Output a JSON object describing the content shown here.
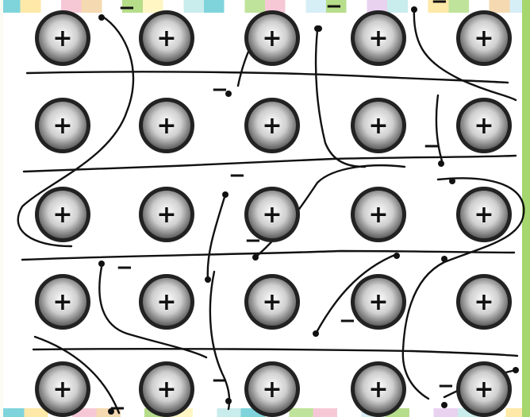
{
  "title": "",
  "lattice": {
    "rows": 5,
    "cols": 5,
    "ion_label": "+"
  },
  "electrons": {
    "count": 18,
    "charge_label": "−"
  },
  "colors": {
    "ion_ring": "#222222",
    "ion_glow_center": "#ffffff",
    "ion_glow_mid": "#cfcfcf",
    "ion_glow_outer": "#5e5e5e",
    "ion_sign": "#111111",
    "electron_path": "#111111",
    "electron_dot": "#111111",
    "edge_palette": [
      "#7fd4dc",
      "#ffe9a8",
      "#bfe39a",
      "#f6c8d6",
      "#f5d9b0",
      "#d6eef6",
      "#b6dd8a",
      "#fff6c4",
      "#e9d2f0",
      "#c9ecec"
    ],
    "right_edge": "#a6d66e"
  }
}
